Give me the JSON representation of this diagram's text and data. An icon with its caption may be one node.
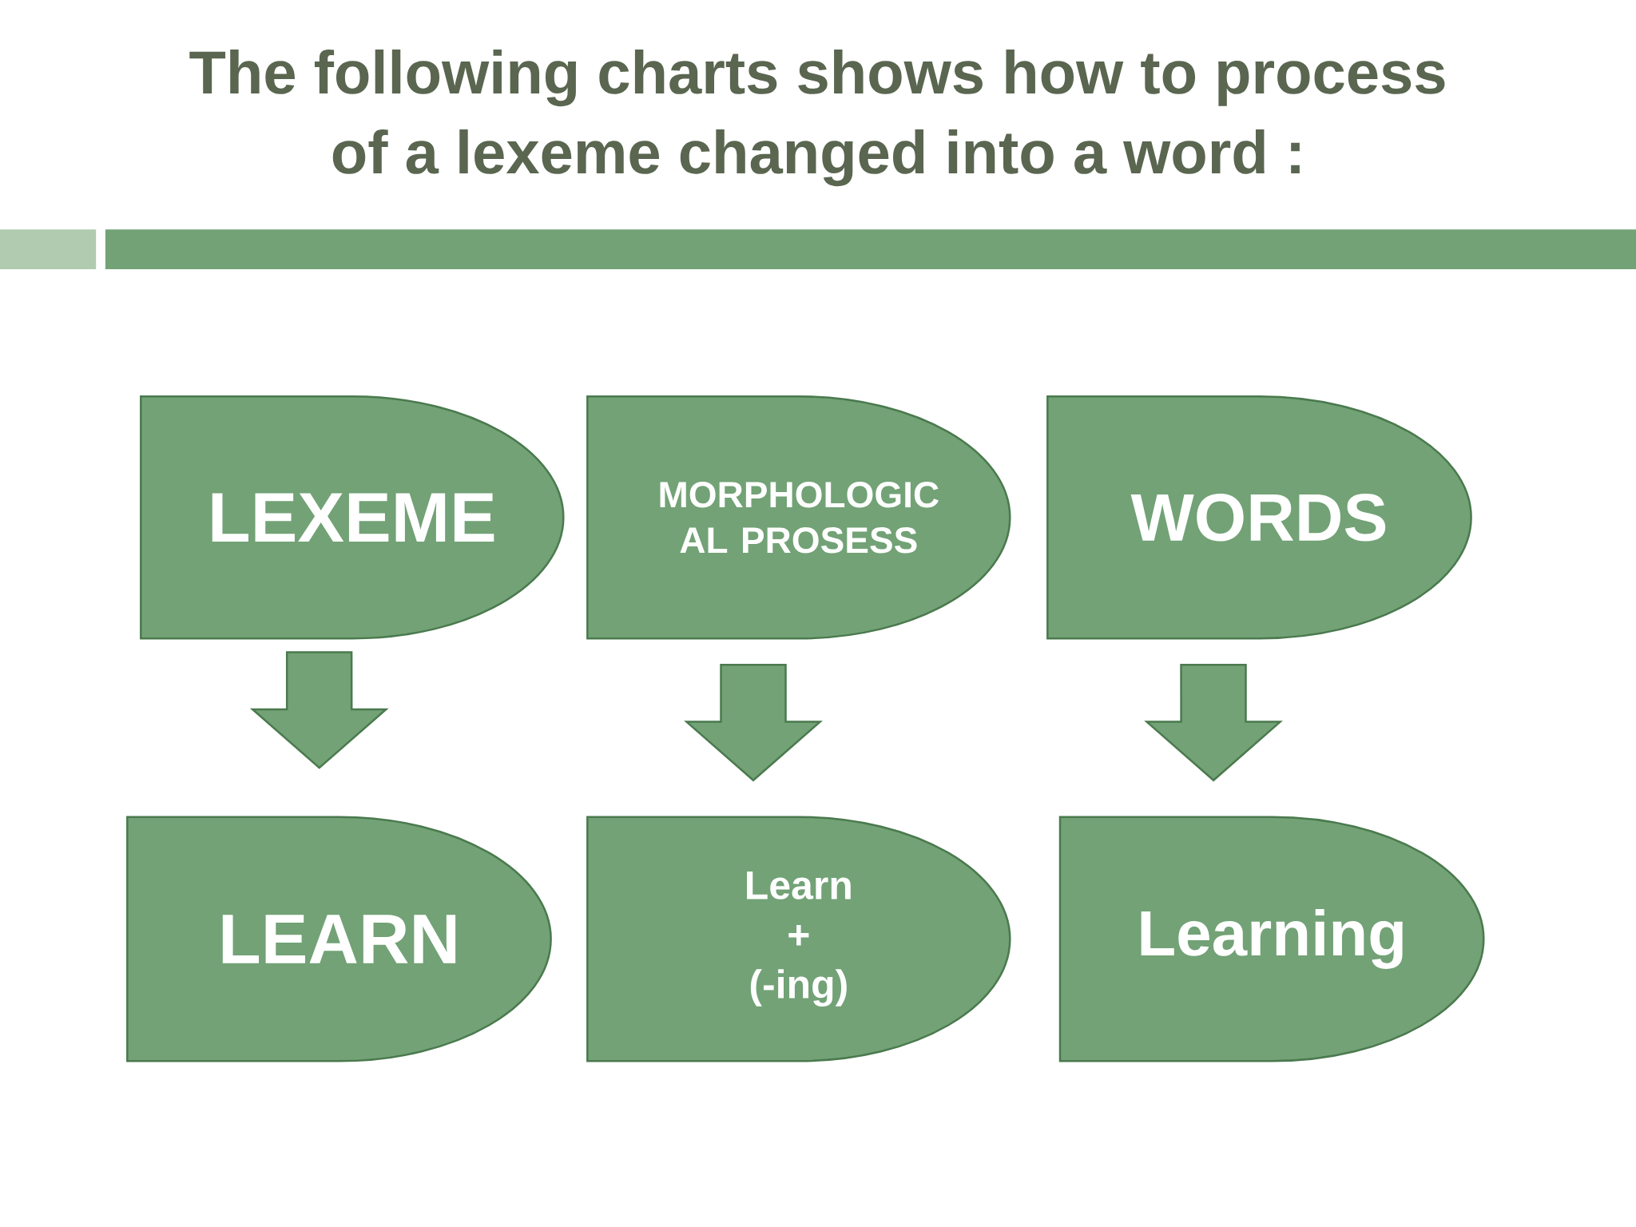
{
  "diagram": {
    "title": "The following charts shows how to process of a lexeme changed into a word :",
    "nodes": [
      {
        "text": [
          "LEXEME"
        ]
      },
      {
        "text": [
          "MORPHOLOGIC AL PROSESS"
        ]
      },
      {
        "text": [
          "WORDS"
        ]
      },
      {
        "text": [
          "LEARN"
        ]
      },
      {
        "text": [
          "Learn + (-ing)"
        ]
      },
      {
        "text": [
          "Learning"
        ]
      }
    ],
    "edges": [
      {
        "from": 0,
        "to": 3,
        "arrow": "to"
      },
      {
        "from": 1,
        "to": 4,
        "arrow": "to"
      },
      {
        "from": 2,
        "to": 5,
        "arrow": "to"
      }
    ]
  }
}
